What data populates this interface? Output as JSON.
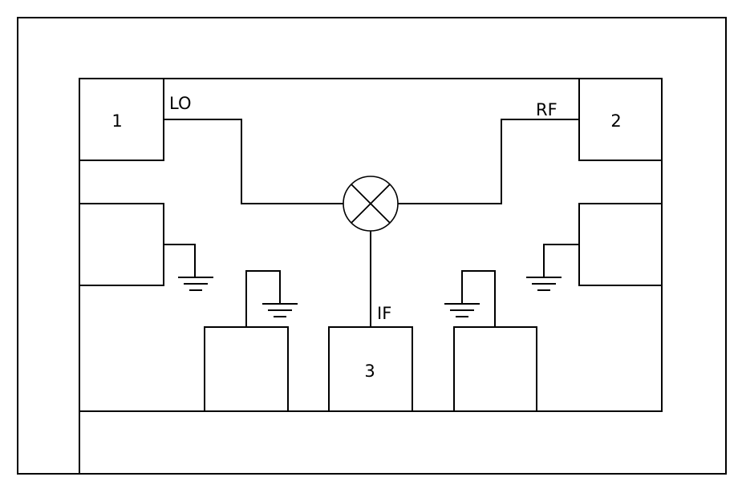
{
  "diagram": {
    "pads": {
      "pad1": "1",
      "pad2": "2",
      "pad3": "3"
    },
    "ports": {
      "lo": "LO",
      "rf": "RF",
      "if": "IF"
    },
    "mixer_symbol": "mixer-icon",
    "ground_symbol": "ground-icon"
  }
}
